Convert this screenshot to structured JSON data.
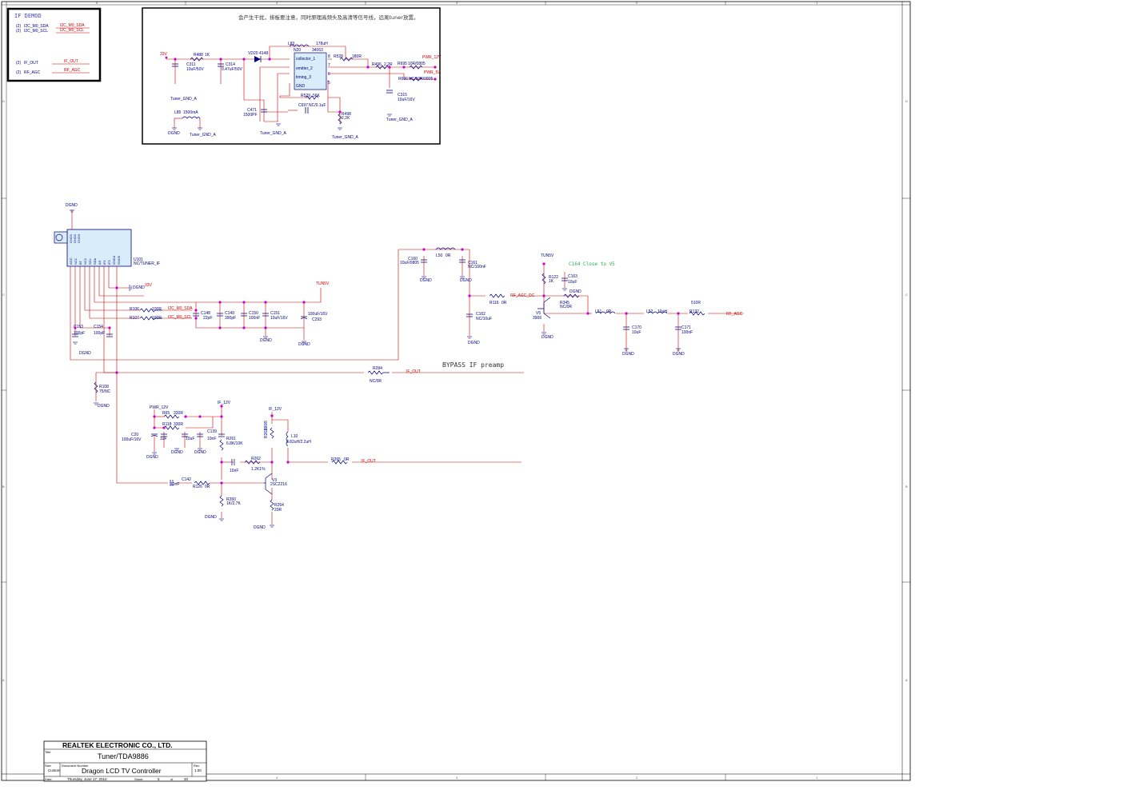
{
  "colors": {
    "wire": "#cc0000",
    "part": "#000080",
    "junction": "#cc00cc",
    "frame": "#000000",
    "net_label": "#cc0000"
  },
  "demod_box": {
    "title": "IF DEMOD",
    "rows": [
      {
        "ref": "(2)",
        "name": "I2C_M0_SDA",
        "net": "I2C_M0_SDA"
      },
      {
        "ref": "(2)",
        "name": "I2C_M0_SCL",
        "net": "I2C_M0_SCL"
      },
      {
        "ref": "(2)",
        "name": "IF_OUT",
        "net": "IF_OUT"
      },
      {
        "ref": "(2)",
        "name": "RF_AGC",
        "net": "RF_AGC"
      }
    ]
  },
  "psu_box": {
    "note": "会产生干扰，排板要注意，同时原理高频头及高清等信号线，远离tuner放置。",
    "labels": {
      "v33": "33V",
      "r488": "R488",
      "r488v": "1K",
      "c311": "C311",
      "c311v": "10uF/50V",
      "c314": "C314",
      "c314v": "0.47uF/50V",
      "vd20": "VD20",
      "vd20v": "4148",
      "l83": "L83",
      "l83v": "178uH",
      "n20": "N20",
      "n20v": "34063",
      "p1": "collector_1",
      "p2": "emitter_2",
      "p3": "timing_3",
      "p4": "GND",
      "p8": "8",
      "p7": "7",
      "p6": "6",
      "p5": "5",
      "r528": "R528",
      "r528v": "180R",
      "r496": "R496",
      "r496v": "2.2R",
      "r695": "R695",
      "r695v": "10R/0805",
      "pwr12": "PWR_12V",
      "r696": "R696",
      "r696v": "NC/10R/0805",
      "pwr5": "PWR_5V",
      "c315": "C315",
      "c315v": "10uF/16V",
      "r529": "R529",
      "r529v": "56K",
      "c697": "C697",
      "c697v": "NC/0.1uF",
      "c471": "C471",
      "c471v": "1500PF",
      "r498": "R498",
      "r498v": "2.2K",
      "l85": "L85",
      "l85v": "1500mA",
      "tgnd": "Tuner_GND_A",
      "dgnd": "DGND"
    }
  },
  "tuner": {
    "ref": "U101",
    "value": "NC/TUNER_IF",
    "dgnd": "DGND",
    "pins_top": [
      "GND1",
      "GND2",
      "GND3"
    ],
    "pins_bottom": [
      "AGC",
      "NC1",
      "BT",
      "NC2",
      "SCL",
      "SDA",
      "AS",
      "IF1",
      "IF2",
      "GND4",
      "GND5"
    ]
  },
  "mid": {
    "r106": "R106",
    "r106v": "100R",
    "r107": "R107",
    "r107v": "100R",
    "sda": "I2C_M0_SDA",
    "scl": "I2C_M0_SCL",
    "c148": "C148",
    "c148v": "22pF",
    "c149": "C149",
    "c149v": "390pF",
    "c150": "C150",
    "c150v": "100nF",
    "c151": "C151",
    "c151v": "10uF/16V",
    "c293": "C293",
    "c293v": "100uF/16V",
    "tun5v": "TUN5V",
    "v33": "33V",
    "c153": "C153",
    "c153v": "100pF",
    "c154": "C154",
    "c154v": "100pF",
    "dgnd": "DGND",
    "c160": "C160",
    "c160v": "10uF/0805",
    "l50": "L50",
    "l50v": "0R",
    "c161": "C161",
    "c161v": "NC/100nF",
    "c162": "C162",
    "c162v": "NC/10uF",
    "r116": "R116",
    "r116v": "0R",
    "rfagcdc": "RF_AGC_DC",
    "tun5v2": "TUN5V",
    "r122": "R122",
    "r122v": "1K",
    "c163": "C163",
    "c163v": "10uF",
    "note_c164": "C164 Close to V5",
    "v5": "V5",
    "v5v": "3906",
    "r345": "R345",
    "r345v": "NC/0R",
    "l51": "L51",
    "l51v": "0R",
    "l52": "L52",
    "l52v": "10uH",
    "c170": "C170",
    "c170v": "10uF",
    "c171": "C171",
    "c171v": "100nF",
    "r132": "R132",
    "r132v": "510R",
    "rfagc": "RF_AGC",
    "bypass": "BYPASS IF preamp",
    "r284": "R284",
    "r284v": "NC/0R",
    "ifout": "IF_OUT",
    "r108": "R108",
    "r108v": "75/NC"
  },
  "amp": {
    "pwr12": "PWR_12V",
    "if12a": "IF_12V",
    "if12b": "IF_12V",
    "r65": "R65",
    "r65v": "330R",
    "r118": "R118",
    "r118v": "330R",
    "c20": "C20",
    "c20v": "100uF/16V",
    "c1": "1uF",
    "c2": "10uF",
    "c139": "C139",
    "c139v": "10nF",
    "r261": "R261",
    "r261v": "6.8K/10K",
    "r262": "R262",
    "r262v": "1.2K1%",
    "c10n": "10nF",
    "r263": "R263",
    "r263v": "680R",
    "l10": "L10",
    "l10v": "0.82uH/2.2uH",
    "r265": "R265",
    "r265v": "0R",
    "ifout": "IF_OUT",
    "c142": "C142",
    "c142v": "10nF",
    "r126": "R126",
    "r126v": "0R",
    "v3": "V3",
    "v3v": "2SC2216",
    "r260": "R260",
    "r260v": "1K/2.7K",
    "r264": "R264",
    "r264v": "20R",
    "dgnd": "DGND"
  },
  "title_block": {
    "company": "REALTEK ELECTRONIC CO., LTD.",
    "title_label": "Title",
    "title": "Tuner/TDA9886",
    "size_label": "Size",
    "size": "Custom",
    "docnum_label": "Document Number",
    "document": "Dragon LCD TV Controller",
    "rev_label": "Rev",
    "rev": "1.00",
    "date_label": "Date:",
    "date": "Thursday, June 17, 2010",
    "sheet_label": "Sheet",
    "sheet": "5",
    "of_label": "of",
    "total": "20"
  },
  "border": {
    "top_cols": [
      "5",
      "4",
      "3",
      "2",
      "1"
    ],
    "rows": [
      "D",
      "C",
      "B",
      "A"
    ]
  }
}
